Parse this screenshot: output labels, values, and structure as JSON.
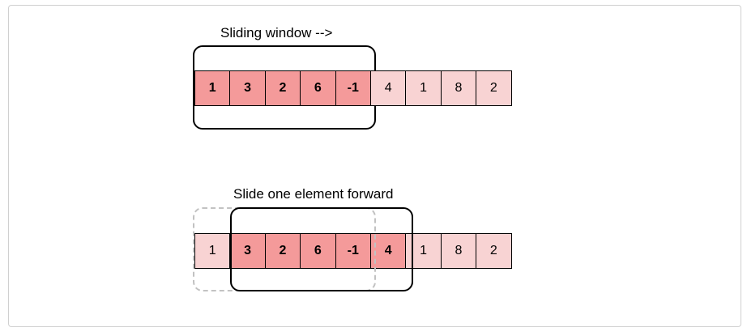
{
  "top": {
    "label": "Sliding window -->",
    "cells": [
      {
        "value": "1",
        "in_window": true
      },
      {
        "value": "3",
        "in_window": true
      },
      {
        "value": "2",
        "in_window": true
      },
      {
        "value": "6",
        "in_window": true
      },
      {
        "value": "-1",
        "in_window": true
      },
      {
        "value": "4",
        "in_window": false
      },
      {
        "value": "1",
        "in_window": false
      },
      {
        "value": "8",
        "in_window": false
      },
      {
        "value": "2",
        "in_window": false
      }
    ]
  },
  "bottom": {
    "label": "Slide one element forward",
    "cells": [
      {
        "value": "1",
        "in_window": false
      },
      {
        "value": "3",
        "in_window": true
      },
      {
        "value": "2",
        "in_window": true
      },
      {
        "value": "6",
        "in_window": true
      },
      {
        "value": "-1",
        "in_window": true
      },
      {
        "value": "4",
        "in_window": true
      },
      {
        "value": "1",
        "in_window": false
      },
      {
        "value": "8",
        "in_window": false
      },
      {
        "value": "2",
        "in_window": false
      }
    ]
  },
  "colors": {
    "in_window_fill": "#f49a9a",
    "out_window_fill": "#f8d3d3",
    "window_border": "#000000",
    "previous_window_border": "#c2c2c2"
  }
}
